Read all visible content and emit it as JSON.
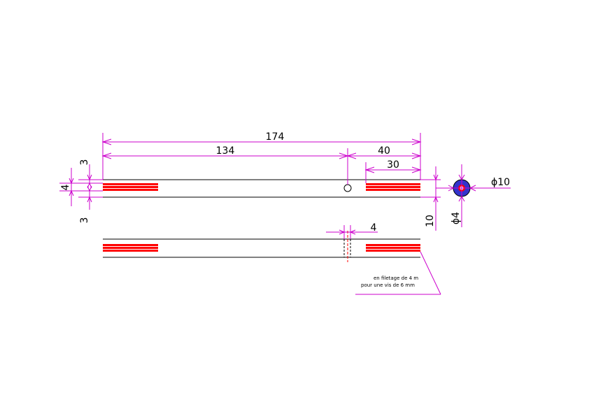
{
  "colors": {
    "dimension": "#cc00cc",
    "outline": "#000000",
    "thread": "#ff0000",
    "hole_fill": "#3333cc",
    "background": "#ffffff"
  },
  "dimensions": {
    "overall_length": "174",
    "hole_position": "134",
    "from_right_40": "40",
    "thread_length": "30",
    "left_offset_top": "3",
    "thread_width": "4",
    "left_offset_bottom": "3",
    "bar_height": "10",
    "bottom_gap": "4",
    "outer_diameter": "ϕ10",
    "inner_diameter": "ϕ4"
  },
  "note": {
    "line1": "en filetage de 4 m",
    "line2": "pour une vis de 6 mm"
  },
  "views": {
    "top": "plan-view",
    "bottom": "side-view",
    "section": "end-section"
  }
}
